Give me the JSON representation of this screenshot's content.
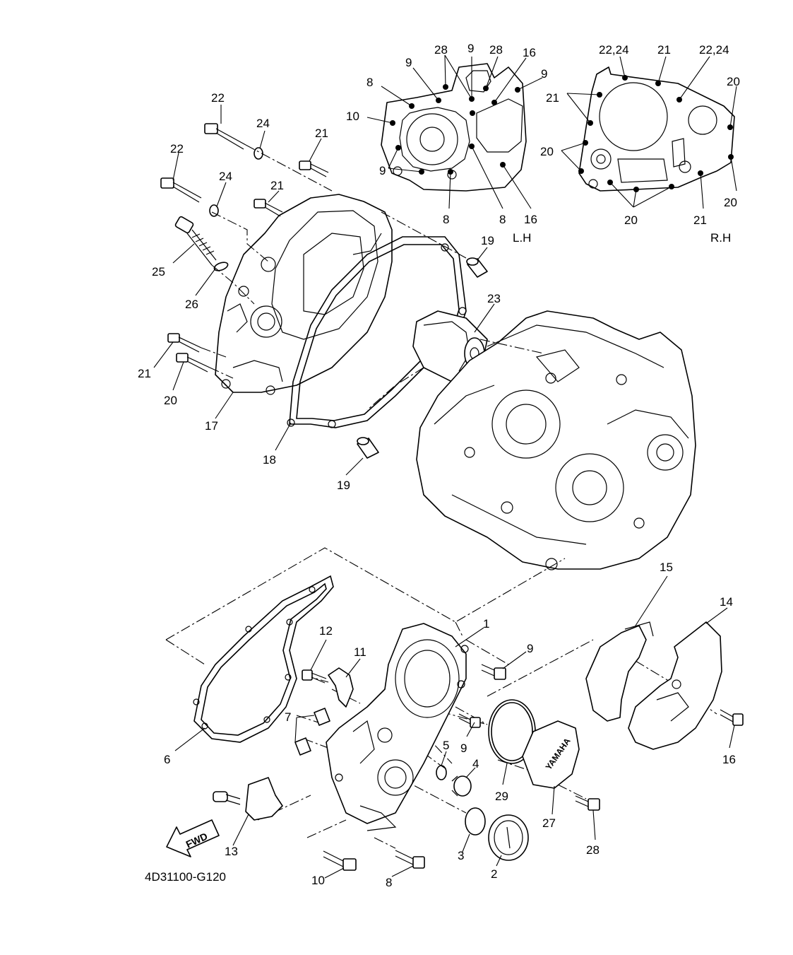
{
  "diagram": {
    "drawing_code": "4D31100-G120",
    "fwd_mark": "FWD",
    "brand_mark": "YAMAHA",
    "inset_lh": {
      "side_label": "L.H"
    },
    "inset_rh": {
      "side_label": "R.H"
    },
    "callouts": [
      {
        "id": "c22a",
        "text": "22"
      },
      {
        "id": "c24a",
        "text": "24"
      },
      {
        "id": "c21a",
        "text": "21"
      },
      {
        "id": "c22b",
        "text": "22"
      },
      {
        "id": "c24b",
        "text": "24"
      },
      {
        "id": "c21b",
        "text": "21"
      },
      {
        "id": "c25",
        "text": "25"
      },
      {
        "id": "c26",
        "text": "26"
      },
      {
        "id": "c21c",
        "text": "21"
      },
      {
        "id": "c20a",
        "text": "20"
      },
      {
        "id": "c17",
        "text": "17"
      },
      {
        "id": "c18",
        "text": "18"
      },
      {
        "id": "c19a",
        "text": "19"
      },
      {
        "id": "c19b",
        "text": "19"
      },
      {
        "id": "c23",
        "text": "23"
      },
      {
        "id": "c15",
        "text": "15"
      },
      {
        "id": "c14",
        "text": "14"
      },
      {
        "id": "c1",
        "text": "1"
      },
      {
        "id": "c9a",
        "text": "9"
      },
      {
        "id": "c12",
        "text": "12"
      },
      {
        "id": "c11",
        "text": "11"
      },
      {
        "id": "c7",
        "text": "7"
      },
      {
        "id": "c6",
        "text": "6"
      },
      {
        "id": "c5",
        "text": "5"
      },
      {
        "id": "c9b",
        "text": "9"
      },
      {
        "id": "c4",
        "text": "4"
      },
      {
        "id": "c29",
        "text": "29"
      },
      {
        "id": "c16a",
        "text": "16"
      },
      {
        "id": "c27",
        "text": "27"
      },
      {
        "id": "c28",
        "text": "28"
      },
      {
        "id": "c3",
        "text": "3"
      },
      {
        "id": "c2",
        "text": "2"
      },
      {
        "id": "c13",
        "text": "13"
      },
      {
        "id": "c10",
        "text": "10"
      },
      {
        "id": "c8",
        "text": "8"
      },
      {
        "id": "lh28a",
        "text": "28"
      },
      {
        "id": "lh9a",
        "text": "9"
      },
      {
        "id": "lh28b",
        "text": "28"
      },
      {
        "id": "lh16a",
        "text": "16"
      },
      {
        "id": "lh9b",
        "text": "9"
      },
      {
        "id": "lh9c",
        "text": "9"
      },
      {
        "id": "lh8a",
        "text": "8"
      },
      {
        "id": "lh10",
        "text": "10"
      },
      {
        "id": "lh9d",
        "text": "9"
      },
      {
        "id": "lh8b",
        "text": "8"
      },
      {
        "id": "lh8c",
        "text": "8"
      },
      {
        "id": "lh16b",
        "text": "16"
      },
      {
        "id": "rh2224a",
        "text": "22,24"
      },
      {
        "id": "rh21a",
        "text": "21"
      },
      {
        "id": "rh2224b",
        "text": "22,24"
      },
      {
        "id": "rh20a",
        "text": "20"
      },
      {
        "id": "rh21b",
        "text": "21"
      },
      {
        "id": "rh20b",
        "text": "20"
      },
      {
        "id": "rh20c",
        "text": "20"
      },
      {
        "id": "rh20d",
        "text": "20"
      },
      {
        "id": "rh21c",
        "text": "21"
      }
    ]
  }
}
